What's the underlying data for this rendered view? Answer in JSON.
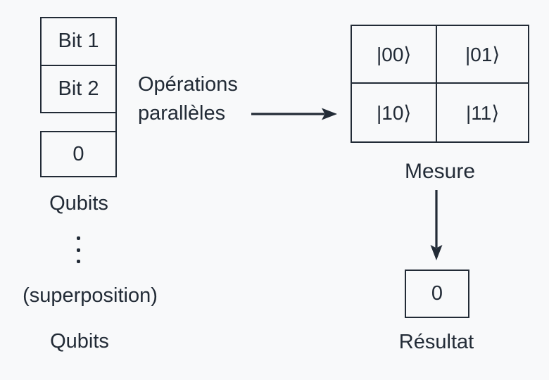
{
  "colors": {
    "background": "#f8f9fa",
    "ink": "#222b36"
  },
  "bit_stack": {
    "rows": [
      "Bit 1",
      "Bit 2"
    ],
    "qubit_value": "0",
    "label": "Qubits"
  },
  "superposition_note": "(superposition)",
  "qubits_section_label": "Qubits",
  "operations_label": {
    "line1": "Opérations",
    "line2": "parallèles"
  },
  "state_grid": {
    "cells": [
      "|00⟩",
      "|01⟩",
      "|10⟩",
      "|11⟩"
    ],
    "label": "Mesure"
  },
  "result": {
    "value": "0",
    "label": "Résultat"
  }
}
